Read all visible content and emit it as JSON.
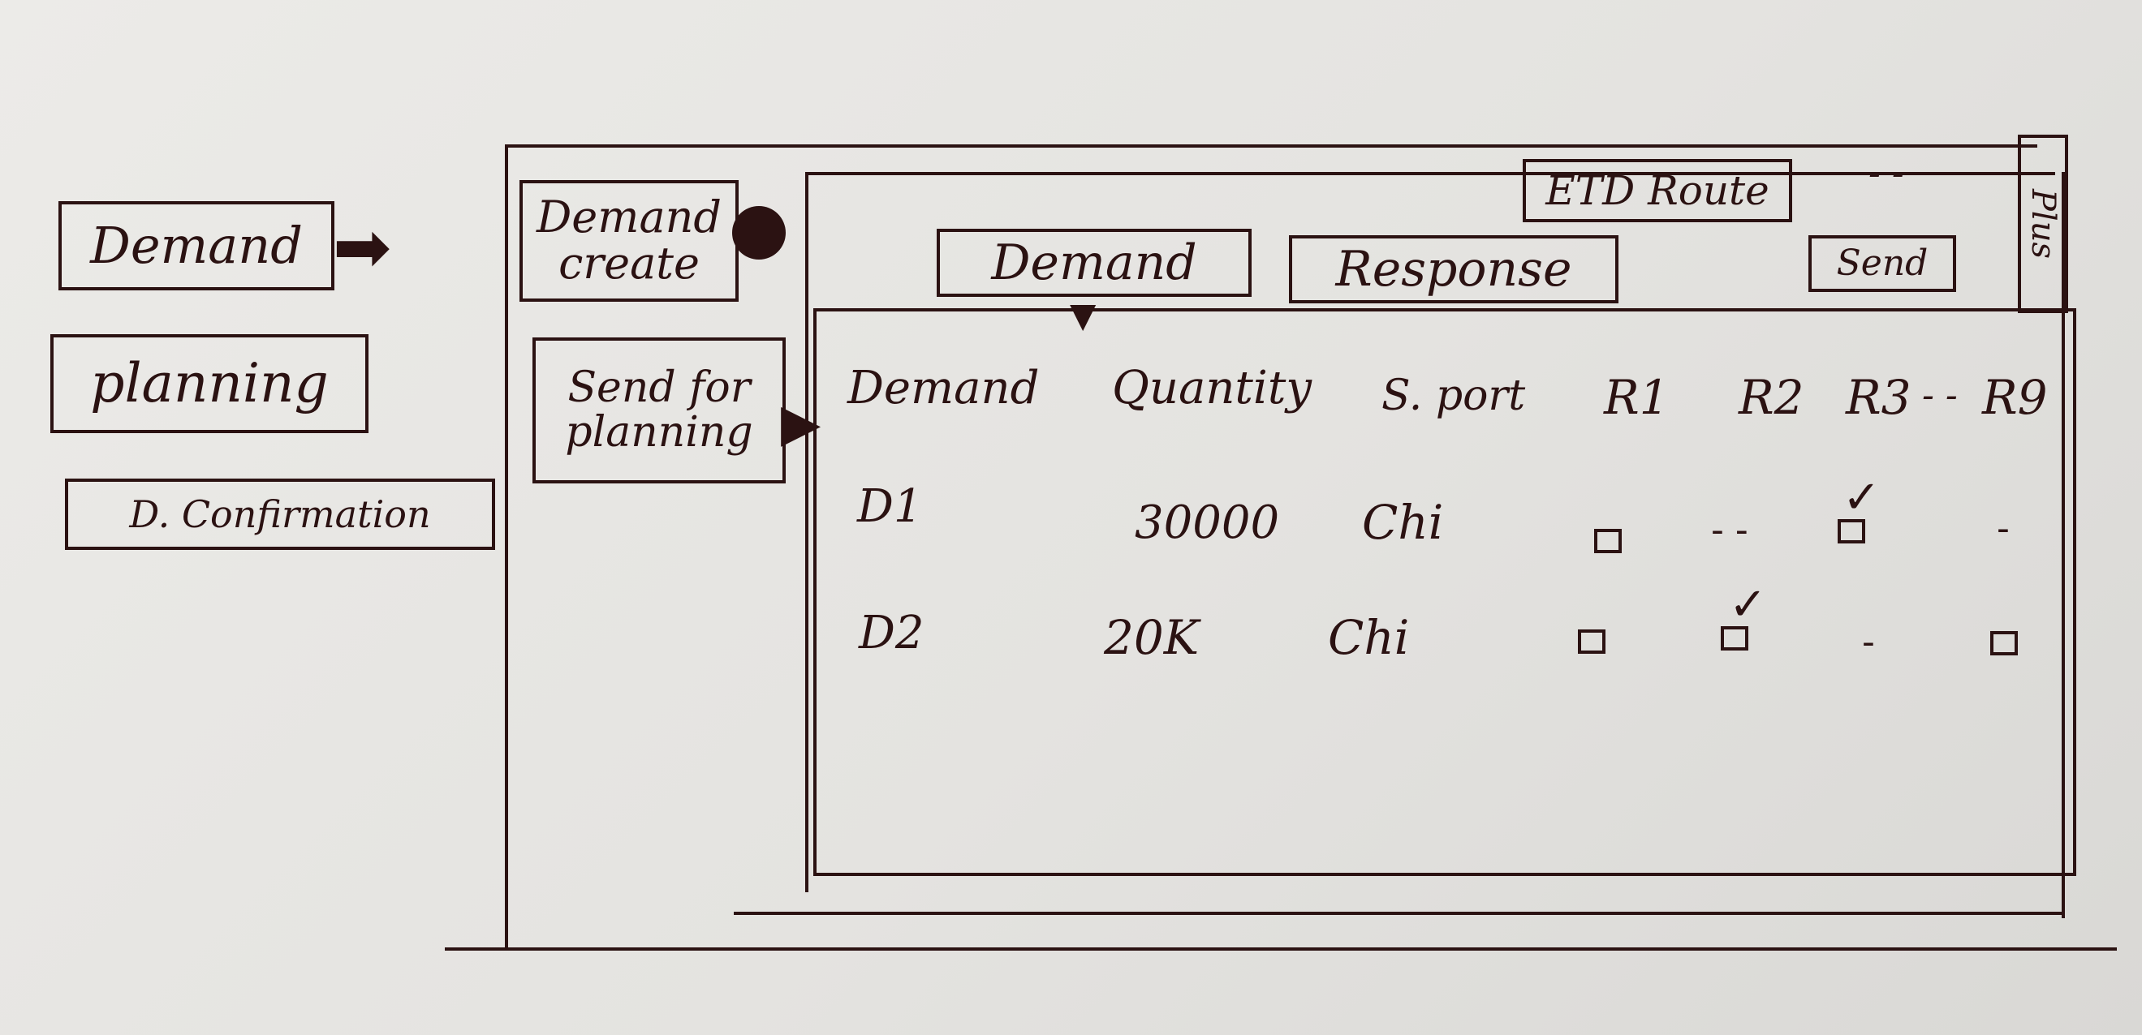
{
  "sidebar": {
    "items": [
      {
        "label": "Demand"
      },
      {
        "label": "planning"
      },
      {
        "label": "D. Confirmation"
      }
    ]
  },
  "subnav": {
    "items": [
      {
        "label": "Demand create"
      },
      {
        "label": "Send for planning"
      }
    ]
  },
  "header": {
    "etd_route_label": "ETD Route",
    "plus_label": "Plus"
  },
  "tabs": [
    {
      "label": "Demand"
    },
    {
      "label": "Response"
    }
  ],
  "toolbar": {
    "send_label": "Send",
    "ellipsis": "- -"
  },
  "table": {
    "columns": [
      "Demand",
      "Quantity",
      "S. port",
      "R1",
      "R2",
      "R3",
      "- -",
      "R9"
    ],
    "rows": [
      {
        "demand": "D1",
        "quantity": "30000",
        "port": "Chi",
        "r1": "unchecked",
        "r2": "- -",
        "r3": "checked",
        "r9": "-"
      },
      {
        "demand": "D2",
        "quantity": "20K",
        "port": "Chi",
        "r1": "unchecked",
        "r2": "checked",
        "r3": "-",
        "r9": "unchecked"
      }
    ]
  },
  "colors": {
    "ink": "#2b1212",
    "paper": "#e6e5e2"
  }
}
